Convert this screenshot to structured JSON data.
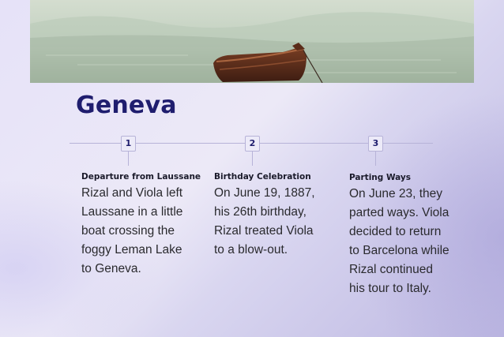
{
  "title": "Geneva",
  "hero": {
    "image_subject": "wooden rowboat on foggy lake"
  },
  "timeline": [
    {
      "number": "1",
      "heading": "Departure from Laussane",
      "body": "Rizal and Viola left\nLaussane in a little\nboat crossing the\nfoggy Leman Lake\nto Geneva."
    },
    {
      "number": "2",
      "heading": "Birthday Celebration",
      "body": "On June 19, 1887,\nhis 26th birthday,\nRizal treated Viola\nto a blow-out."
    },
    {
      "number": "3",
      "heading": "Parting Ways",
      "body": "On June 23, they\nparted ways. Viola\ndecided to return\nto Barcelona while\nRizal continued\nhis tour to Italy."
    }
  ],
  "colors": {
    "title": "#1f1d6e",
    "timeline_line": "#b7b3d8",
    "body_text": "#2a2a2e"
  }
}
